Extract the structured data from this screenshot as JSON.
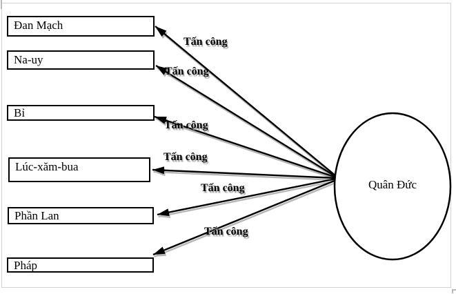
{
  "canvas": {
    "background": "#ffffff",
    "border_color": "#d2d2d2",
    "line_color": "#000000",
    "shadow_color": "#9e9e9e"
  },
  "diagram": {
    "attacker": {
      "label": "Quân Đức"
    },
    "targets": [
      {
        "label": "Đan Mạch"
      },
      {
        "label": "Na-uy"
      },
      {
        "label": "Bỉ"
      },
      {
        "label": "Lúc-xăm-bua"
      },
      {
        "label": "Phần Lan"
      },
      {
        "label": "Pháp"
      }
    ],
    "arrows": [
      {
        "label": "Tấn công"
      },
      {
        "label": "Tấn công"
      },
      {
        "label": "Tấn công"
      },
      {
        "label": "Tấn công"
      },
      {
        "label": "Tấn công"
      },
      {
        "label": "Tấn công"
      }
    ]
  }
}
